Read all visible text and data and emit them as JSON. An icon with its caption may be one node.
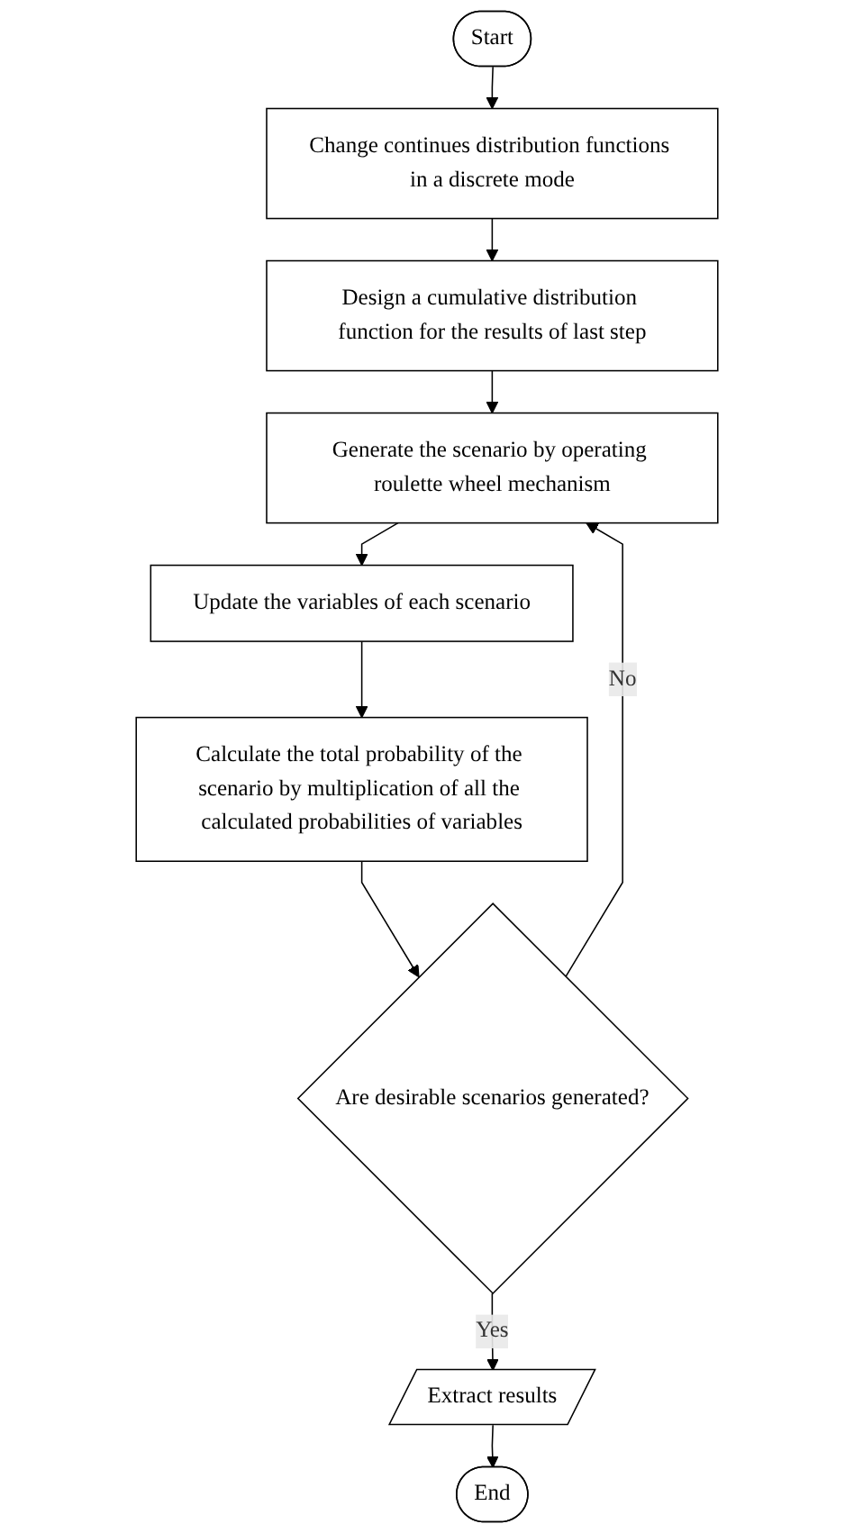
{
  "diagram": {
    "nodes": [
      {
        "text": [
          "Start"
        ]
      },
      {
        "text": [
          "Change continues distribution functions in a discrete mode"
        ]
      },
      {
        "text": [
          "Design a cumulative distribution function for the results of last step"
        ]
      },
      {
        "text": [
          "Generate the scenario by operating roulette wheel mechanism"
        ]
      },
      {
        "text": [
          "Update the variables of each scenario"
        ]
      },
      {
        "text": [
          "Calculate the total probability of the scenario by multiplication of all the calculated probabilities of variables"
        ]
      },
      {
        "text": [
          "Are desirable scenarios generated?"
        ]
      },
      {
        "text": [
          "Extract results"
        ]
      },
      {
        "text": [
          "End"
        ]
      }
    ],
    "edges": [
      {
        "from": 0,
        "to": 1,
        "arrow": "to"
      },
      {
        "from": 1,
        "to": 2,
        "arrow": "to"
      },
      {
        "from": 2,
        "to": 3,
        "arrow": "to"
      },
      {
        "from": 3,
        "to": 4,
        "arrow": "to"
      },
      {
        "from": 4,
        "to": 5,
        "arrow": "to"
      },
      {
        "from": 5,
        "to": 6,
        "arrow": "to"
      },
      {
        "from": 6,
        "to": 3,
        "arrow": "to",
        "label": "No"
      },
      {
        "from": 6,
        "to": 7,
        "arrow": "to",
        "label": "Yes"
      },
      {
        "from": 7,
        "to": 8,
        "arrow": "to"
      }
    ]
  }
}
